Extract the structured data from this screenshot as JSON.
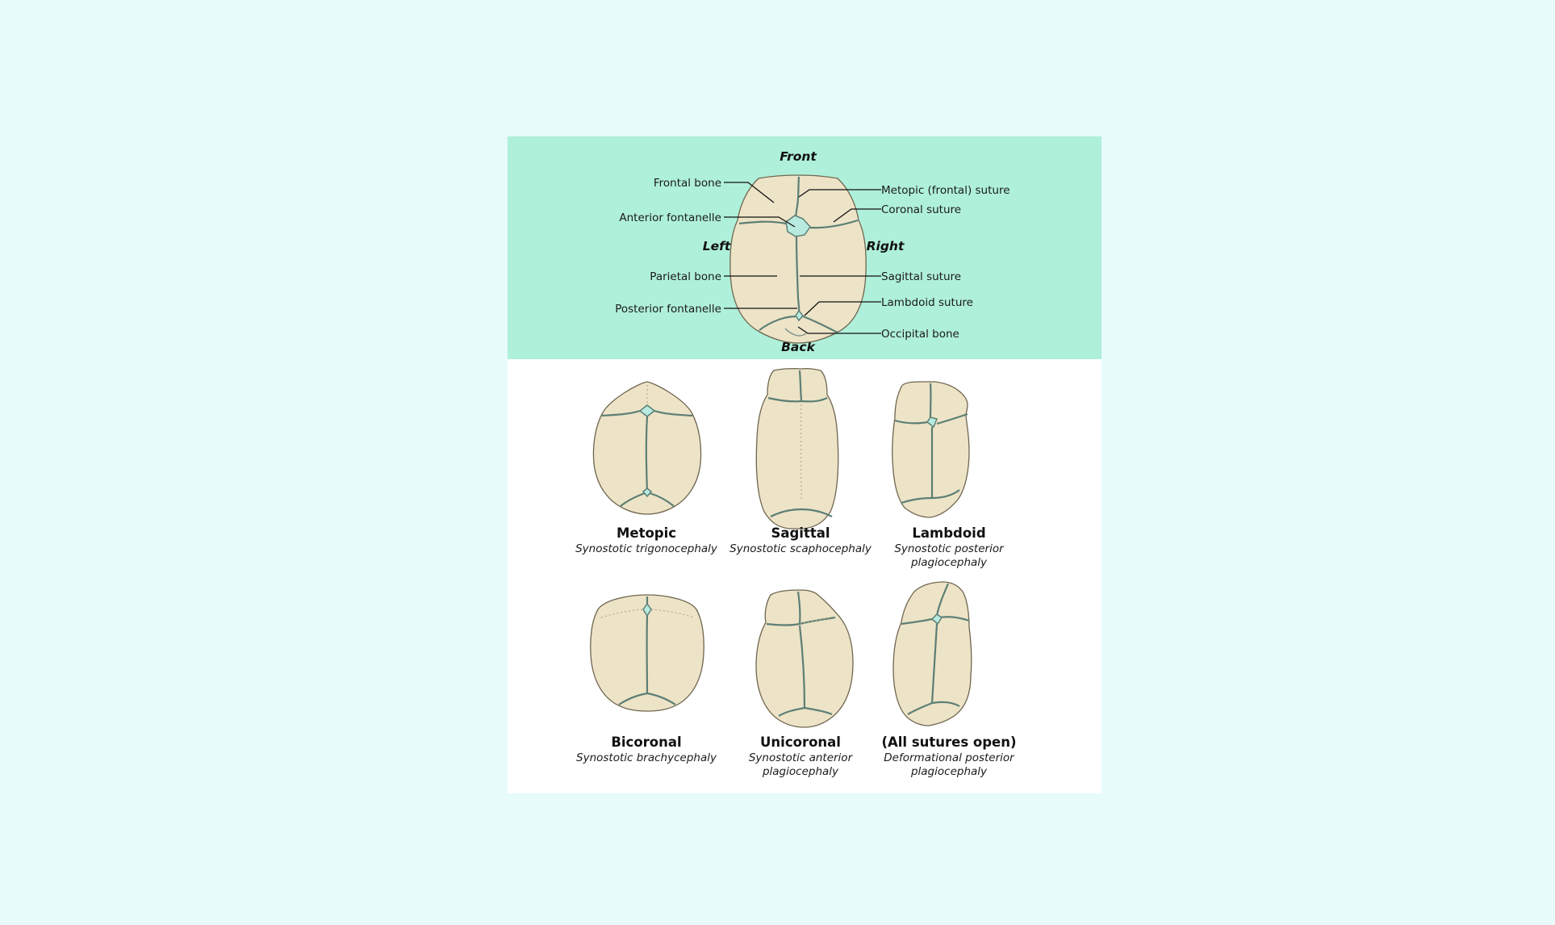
{
  "anatomy": {
    "directions": {
      "front": "Front",
      "back": "Back",
      "left": "Left",
      "right": "Right"
    },
    "left_labels": {
      "frontal_bone": "Frontal bone",
      "anterior_fontanelle": "Anterior fontanelle",
      "parietal_bone": "Parietal bone",
      "posterior_fontanelle": "Posterior fontanelle"
    },
    "right_labels": {
      "metopic_suture": "Metopic (frontal) suture",
      "coronal_suture": "Coronal suture",
      "sagittal_suture": "Sagittal suture",
      "lambdoid_suture": "Lambdoid suture",
      "occipital_bone": "Occipital bone"
    }
  },
  "skulls": [
    {
      "title": "Metopic",
      "subtitle": [
        "Synostotic trigonocephaly"
      ]
    },
    {
      "title": "Sagittal",
      "subtitle": [
        "Synostotic scaphocephaly"
      ]
    },
    {
      "title": "Lambdoid",
      "subtitle": [
        "Synostotic posterior",
        "plagiocephaly"
      ]
    },
    {
      "title": "Bicoronal",
      "subtitle": [
        "Synostotic brachycephaly"
      ]
    },
    {
      "title": "Unicoronal",
      "subtitle": [
        "Synostotic anterior",
        "plagiocephaly"
      ]
    },
    {
      "title": "(All sutures open)",
      "subtitle": [
        "Deformational posterior",
        "plagiocephaly"
      ]
    }
  ],
  "colors": {
    "page_background": "#e6fbfa",
    "header_panel": "#aff0da",
    "bone": "#ede3c7",
    "suture": "#5c7f75",
    "fontanelle": "#b8eadf"
  }
}
